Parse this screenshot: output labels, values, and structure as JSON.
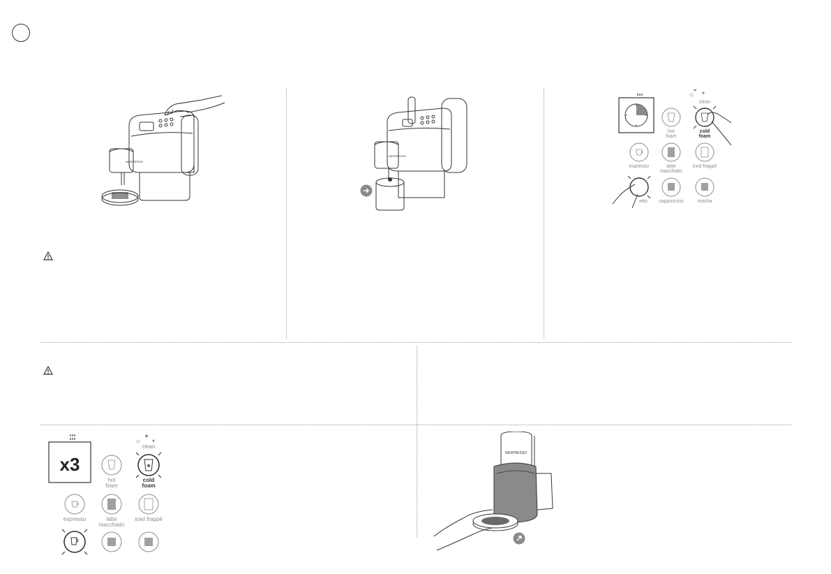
{
  "page": {
    "step_circle_label": ""
  },
  "panels": {
    "step3": {
      "buttons": {
        "hot_foam": "hot\nfoam",
        "cold_foam": "cold\nfoam",
        "espresso": "espresso",
        "latte_macchiato": "latte\nmacchiato",
        "iced_frappe": "iced frappé",
        "ristretto": "etto",
        "cappuccino": "cappuccino",
        "mocha": "mocha",
        "clean": "clean"
      }
    },
    "step4": {
      "counter": "x3",
      "buttons": {
        "hot_foam": "hot\nfoam",
        "cold_foam": "cold\nfoam",
        "espresso": "espresso",
        "latte_macchiato": "latte\nmacchiato",
        "iced_frappe": "iced frappé",
        "clean": "clean"
      }
    }
  },
  "colors": {
    "ink": "#333333",
    "grey": "#8c8c8c",
    "panel_fill": "#8a8a8a",
    "dots": "#9a9a9a"
  },
  "icons": [
    "warning-icon",
    "arrow-right-icon",
    "arrow-diagonal-icon",
    "timer-icon",
    "cup-icon"
  ]
}
